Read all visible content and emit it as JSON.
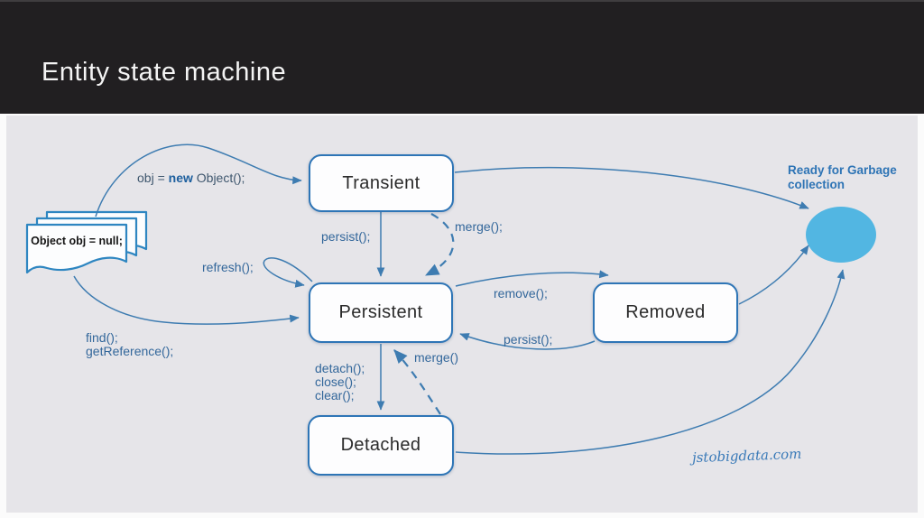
{
  "slide": {
    "title": "Entity state machine"
  },
  "colors": {
    "header_bg": "#211f21",
    "canvas_bg": "#e6e5e9",
    "box_border": "#2e75b6",
    "box_fill": "#fdfdfe",
    "line": "#3e7cb1",
    "label_text": "#33679b",
    "gc_circle_fill": "#52b6e2",
    "state_text": "#2b2b2b",
    "title_text": "#f4f4f4"
  },
  "states": {
    "transient": "Transient",
    "persistent": "Persistent",
    "removed": "Removed",
    "detached": "Detached",
    "garbage": "Ready for Garbage\ncollection"
  },
  "object_doc": {
    "text": "Object obj = null;"
  },
  "transitions": {
    "new_prefix": "obj = ",
    "new_keyword": "new",
    "new_suffix": " Object();",
    "persist_down": "persist();",
    "merge_transient": "merge();",
    "refresh": "refresh();",
    "remove": "remove();",
    "persist_back": "persist();",
    "merge_detached": "merge()",
    "detach_0": "detach();",
    "detach_1": "close();",
    "detach_2": "clear();",
    "find_0": "find();",
    "find_1": "getReference();"
  },
  "watermark": "jstobigdata.com"
}
